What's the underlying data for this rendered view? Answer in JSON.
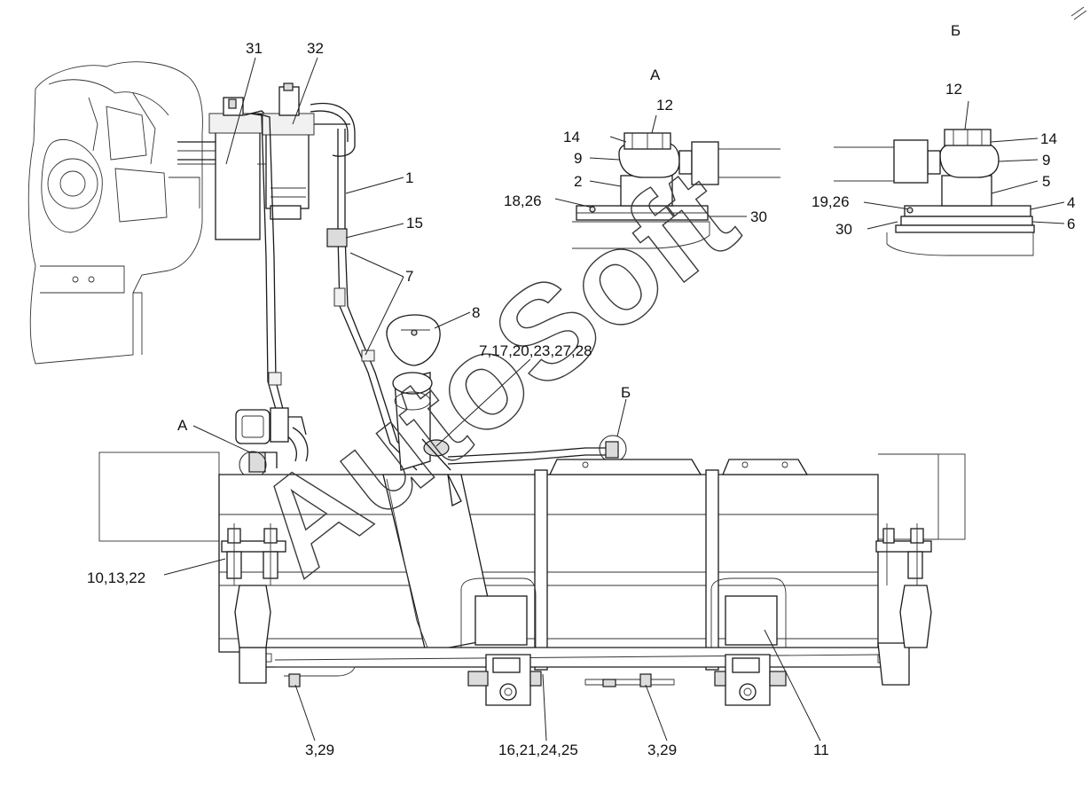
{
  "view_labels": {
    "view_a_main": "А",
    "view_b_main": "Б",
    "view_a_detail": "А",
    "view_b_detail": "Б"
  },
  "callouts": {
    "c31": "31",
    "c32": "32",
    "c1": "1",
    "c15": "15",
    "c7": "7",
    "c8": "8",
    "c_7_17_20_23_27_28": "7,17,20,23,27,28",
    "c_10_13_22": "10,13,22",
    "c_3_29_left": "3,29",
    "c_16_21_24_25": "16,21,24,25",
    "c_3_29_right": "3,29",
    "c11": "11"
  },
  "detail_a": {
    "c12": "12",
    "c14": "14",
    "c9": "9",
    "c2": "2",
    "c_18_26": "18,26",
    "c30": "30"
  },
  "detail_b": {
    "c12": "12",
    "c14": "14",
    "c9": "9",
    "c5": "5",
    "c_19_26": "19,26",
    "c4": "4",
    "c30": "30",
    "c6": "6"
  },
  "watermark": "AutoSoft"
}
